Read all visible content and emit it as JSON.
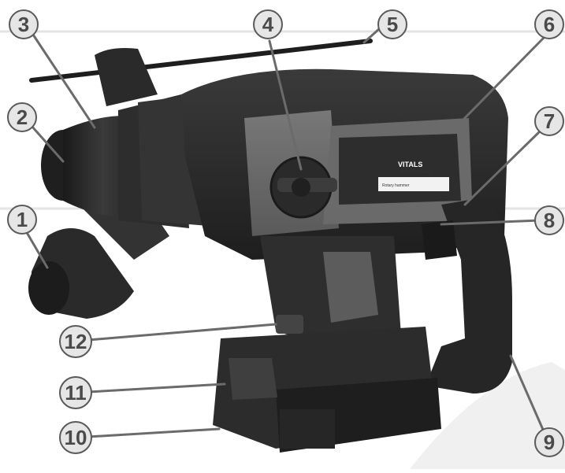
{
  "diagram": {
    "brand_logo_text": "VITALS",
    "brand_subtitle": "PROFESSIONAL",
    "label_strip_text": "Rotary hammer",
    "callouts": [
      {
        "id": "1",
        "label": "1"
      },
      {
        "id": "2",
        "label": "2"
      },
      {
        "id": "3",
        "label": "3"
      },
      {
        "id": "4",
        "label": "4"
      },
      {
        "id": "5",
        "label": "5"
      },
      {
        "id": "6",
        "label": "6"
      },
      {
        "id": "7",
        "label": "7"
      },
      {
        "id": "8",
        "label": "8"
      },
      {
        "id": "9",
        "label": "9"
      },
      {
        "id": "10",
        "label": "10"
      },
      {
        "id": "11",
        "label": "11"
      },
      {
        "id": "12",
        "label": "12"
      }
    ],
    "colors": {
      "body_dark": "#2a2a2a",
      "body_mid": "#3d3d3d",
      "panel_grey": "#6e6e6e",
      "accent_light": "#9a9a9a",
      "badge_fill": "#e6e6e6"
    }
  }
}
